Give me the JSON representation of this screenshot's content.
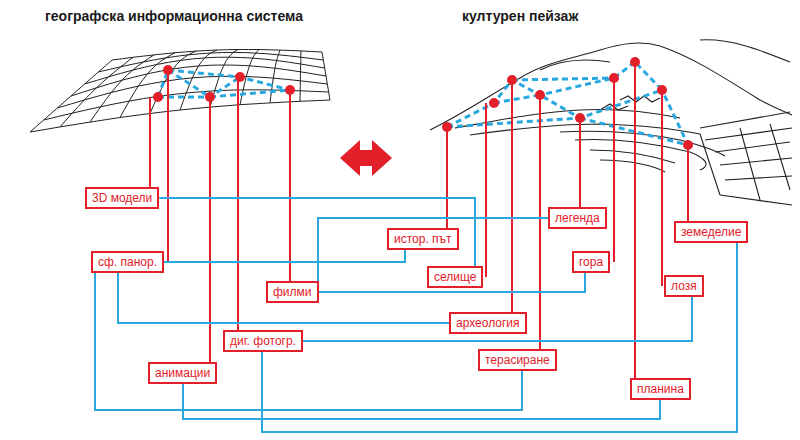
{
  "diagram": {
    "nodes": [
      {
        "text": [
          "3D модели"
        ]
      },
      {
        "text": [
          "сф. панор."
        ]
      },
      {
        "text": [
          "филми"
        ]
      },
      {
        "text": [
          "анимации"
        ]
      },
      {
        "text": [
          "диг. фотогр."
        ]
      },
      {
        "text": [
          "истор. път"
        ]
      },
      {
        "text": [
          "селище"
        ]
      },
      {
        "text": [
          "легенда"
        ]
      },
      {
        "text": [
          "гора"
        ]
      },
      {
        "text": [
          "археология"
        ]
      },
      {
        "text": [
          "терасиране"
        ]
      },
      {
        "text": [
          "земеделие"
        ]
      },
      {
        "text": [
          "лозя"
        ]
      },
      {
        "text": [
          "планина"
        ]
      }
    ],
    "edges": [
      {
        "from": 0,
        "to": 6,
        "arrow": "none"
      },
      {
        "from": 1,
        "to": 5,
        "arrow": "none"
      },
      {
        "from": 7,
        "to": 2,
        "arrow": "none"
      },
      {
        "from": 2,
        "to": 8,
        "arrow": "none"
      },
      {
        "from": 1,
        "to": 9,
        "arrow": "none"
      },
      {
        "from": 4,
        "to": 12,
        "arrow": "none"
      },
      {
        "from": 1,
        "to": 10,
        "arrow": "none"
      },
      {
        "from": 3,
        "to": 13,
        "arrow": "none"
      },
      {
        "from": 4,
        "to": 11,
        "arrow": "none"
      }
    ],
    "labels": [
      "географска информационна система",
      "културен пейзаж"
    ]
  }
}
